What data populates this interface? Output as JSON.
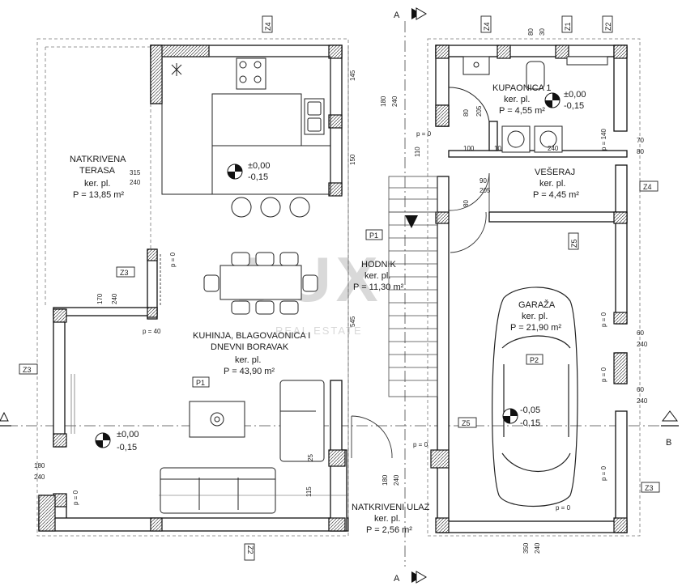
{
  "rooms": {
    "terasa": {
      "name1": "NATKRIVENA",
      "name2": "TERASA",
      "floor": "ker. pl.",
      "area": "P = 13,85 m²"
    },
    "kuhinja": {
      "name1": "KUHINJA, BLAGOVAONICA I",
      "name2": "DNEVNI BORAVAK",
      "floor": "ker. pl.",
      "area": "P = 43,90 m²"
    },
    "kupaonica": {
      "name": "KUPAONICA 1",
      "floor": "ker. pl.",
      "area": "P = 4,55 m²"
    },
    "veseraj": {
      "name": "VEŠERAJ",
      "floor": "ker. pl.",
      "area": "P = 4,45 m²"
    },
    "hodnik": {
      "name": "HODNIK",
      "floor": "ker. pl.",
      "area": "P = 11,30 m²"
    },
    "garaza": {
      "name": "GARAŽA",
      "floor": "ker. pl.",
      "area": "P = 21,90 m²"
    },
    "ulaz": {
      "name": "NATKRIVENI ULAZ",
      "floor": "ker. pl.",
      "area": "P = 2,56 m²"
    }
  },
  "levels": {
    "kitchen": {
      "a": "±0,00",
      "b": "-0,15"
    },
    "terrace": {
      "a": "±0,00",
      "b": "-0,15"
    },
    "bath": {
      "a": "±0,00",
      "b": "-0,15"
    },
    "garage": {
      "a": "-0,05",
      "b": "-0,15"
    }
  },
  "markers": {
    "p1_kitchen": "P1",
    "p1_hall": "P1",
    "p2": "P2",
    "z4_top": "Z4",
    "z4_bath": "Z4",
    "z1": "Z1",
    "z2": "Z2",
    "z4_right": "Z4",
    "z3_left": "Z3",
    "z3_terrace": "Z3",
    "z3_right": "Z3",
    "z5_garage": "Z5",
    "z5_hall": "Z5",
    "z2_bottom": "Z2"
  },
  "sections": {
    "a_top": "A",
    "a_bottom": "A",
    "b": "B"
  },
  "dims": {
    "d145": "145",
    "d150": "150",
    "d545": "545",
    "d115": "115",
    "d25": "25",
    "d180": "180",
    "d240": "240",
    "d315": "315",
    "d240b": "240",
    "d170": "170",
    "d240c": "240",
    "d180b": "180",
    "d240d": "240",
    "d110": "110",
    "d100": "100",
    "d10": "10",
    "d240e": "240",
    "d80": "80",
    "d205": "205",
    "d90": "90",
    "d205b": "205",
    "d80b": "80",
    "d80c": "80",
    "d30": "30",
    "d70": "70",
    "d80d": "80",
    "d60": "60",
    "d240f": "240",
    "d60b": "60",
    "d240g": "240",
    "d350": "350",
    "d240h": "240",
    "d180c": "180",
    "d240i": "240",
    "d140": "140"
  },
  "parapets": {
    "p0_hall": "p = 0",
    "p0_terrace": "p = 0",
    "p40": "p = 40",
    "p0_left": "p = 0",
    "p0_ulaz": "p = 0",
    "p0_garage": "p = 0",
    "p0_g1": "p = 0",
    "p0_g2": "p = 0",
    "p0_g3": "p = 0",
    "p140": "p = 140"
  },
  "watermark": {
    "logo": "DUX",
    "tag": "REAL ESTATE"
  }
}
